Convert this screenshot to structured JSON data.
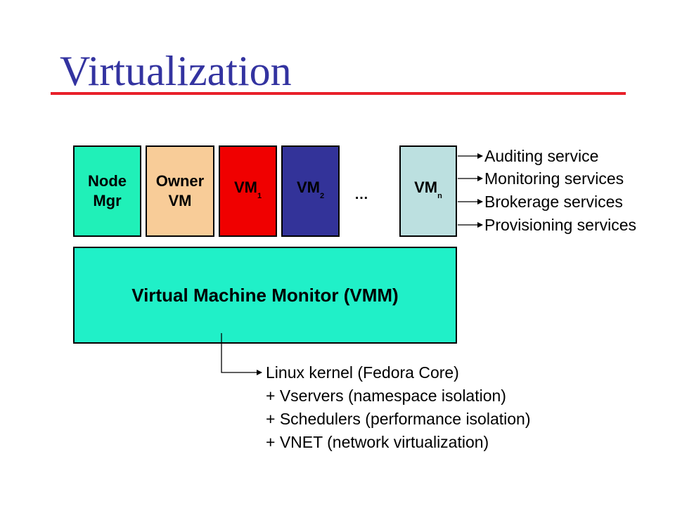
{
  "title": "Virtualization",
  "boxes": {
    "node_mgr": "Node\nMgr",
    "owner_vm": "Owner\nVM",
    "vm1": {
      "base": "VM",
      "sub": "1"
    },
    "vm2": {
      "base": "VM",
      "sub": "2"
    },
    "ellipsis": "…",
    "vmn": {
      "base": "VM",
      "sub": "n"
    },
    "vmm": "Virtual Machine Monitor (VMM)"
  },
  "services": [
    "Auditing service",
    "Monitoring services",
    "Brokerage services",
    "Provisioning services"
  ],
  "kernel": [
    "Linux kernel (Fedora Core)",
    "+ Vservers (namespace isolation)",
    "+ Schedulers (performance isolation)",
    "+ VNET (network virtualization)"
  ],
  "colors": {
    "title": "#3333a0",
    "title_rule": "#e8202a",
    "node_mgr": "#20f0b8",
    "owner_vm": "#f8cc98",
    "vm1": "#f00000",
    "vm2": "#333399",
    "vmn": "#bce0e0",
    "vmm": "#20f0c8"
  }
}
